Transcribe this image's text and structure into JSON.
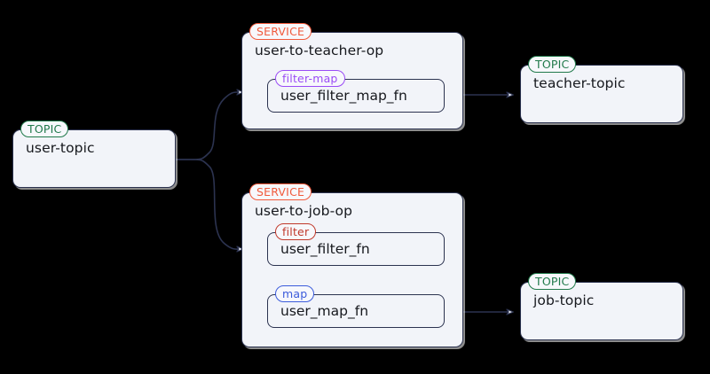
{
  "diagram": {
    "background_color": "#000000",
    "node_fill": "#f2f4f9",
    "node_stroke": "#2c3350",
    "badge_colors": {
      "topic": "#217a4b",
      "service": "#f05a3c",
      "filter_map": "#9a4cf5",
      "filter": "#c0392b",
      "map": "#3b5bdb"
    },
    "nodes": {
      "user_topic": {
        "badge": "TOPIC",
        "title": "user-topic"
      },
      "user_to_teacher_op": {
        "badge": "SERVICE",
        "title": "user-to-teacher-op",
        "operator": {
          "badge": "filter-map",
          "title": "user_filter_map_fn"
        }
      },
      "teacher_topic": {
        "badge": "TOPIC",
        "title": "teacher-topic"
      },
      "user_to_job_op": {
        "badge": "SERVICE",
        "title": "user-to-job-op",
        "operators": [
          {
            "badge": "filter",
            "title": "user_filter_fn"
          },
          {
            "badge": "map",
            "title": "user_map_fn"
          }
        ]
      },
      "job_topic": {
        "badge": "TOPIC",
        "title": "job-topic"
      }
    },
    "edges": [
      {
        "from": "user-topic",
        "to": "user-to-teacher-op"
      },
      {
        "from": "user-topic",
        "to": "user-to-job-op"
      },
      {
        "from": "user_filter_map_fn",
        "to": "teacher-topic"
      },
      {
        "from": "user_filter_fn",
        "to": "user_map_fn"
      },
      {
        "from": "user_map_fn",
        "to": "job-topic"
      }
    ]
  }
}
